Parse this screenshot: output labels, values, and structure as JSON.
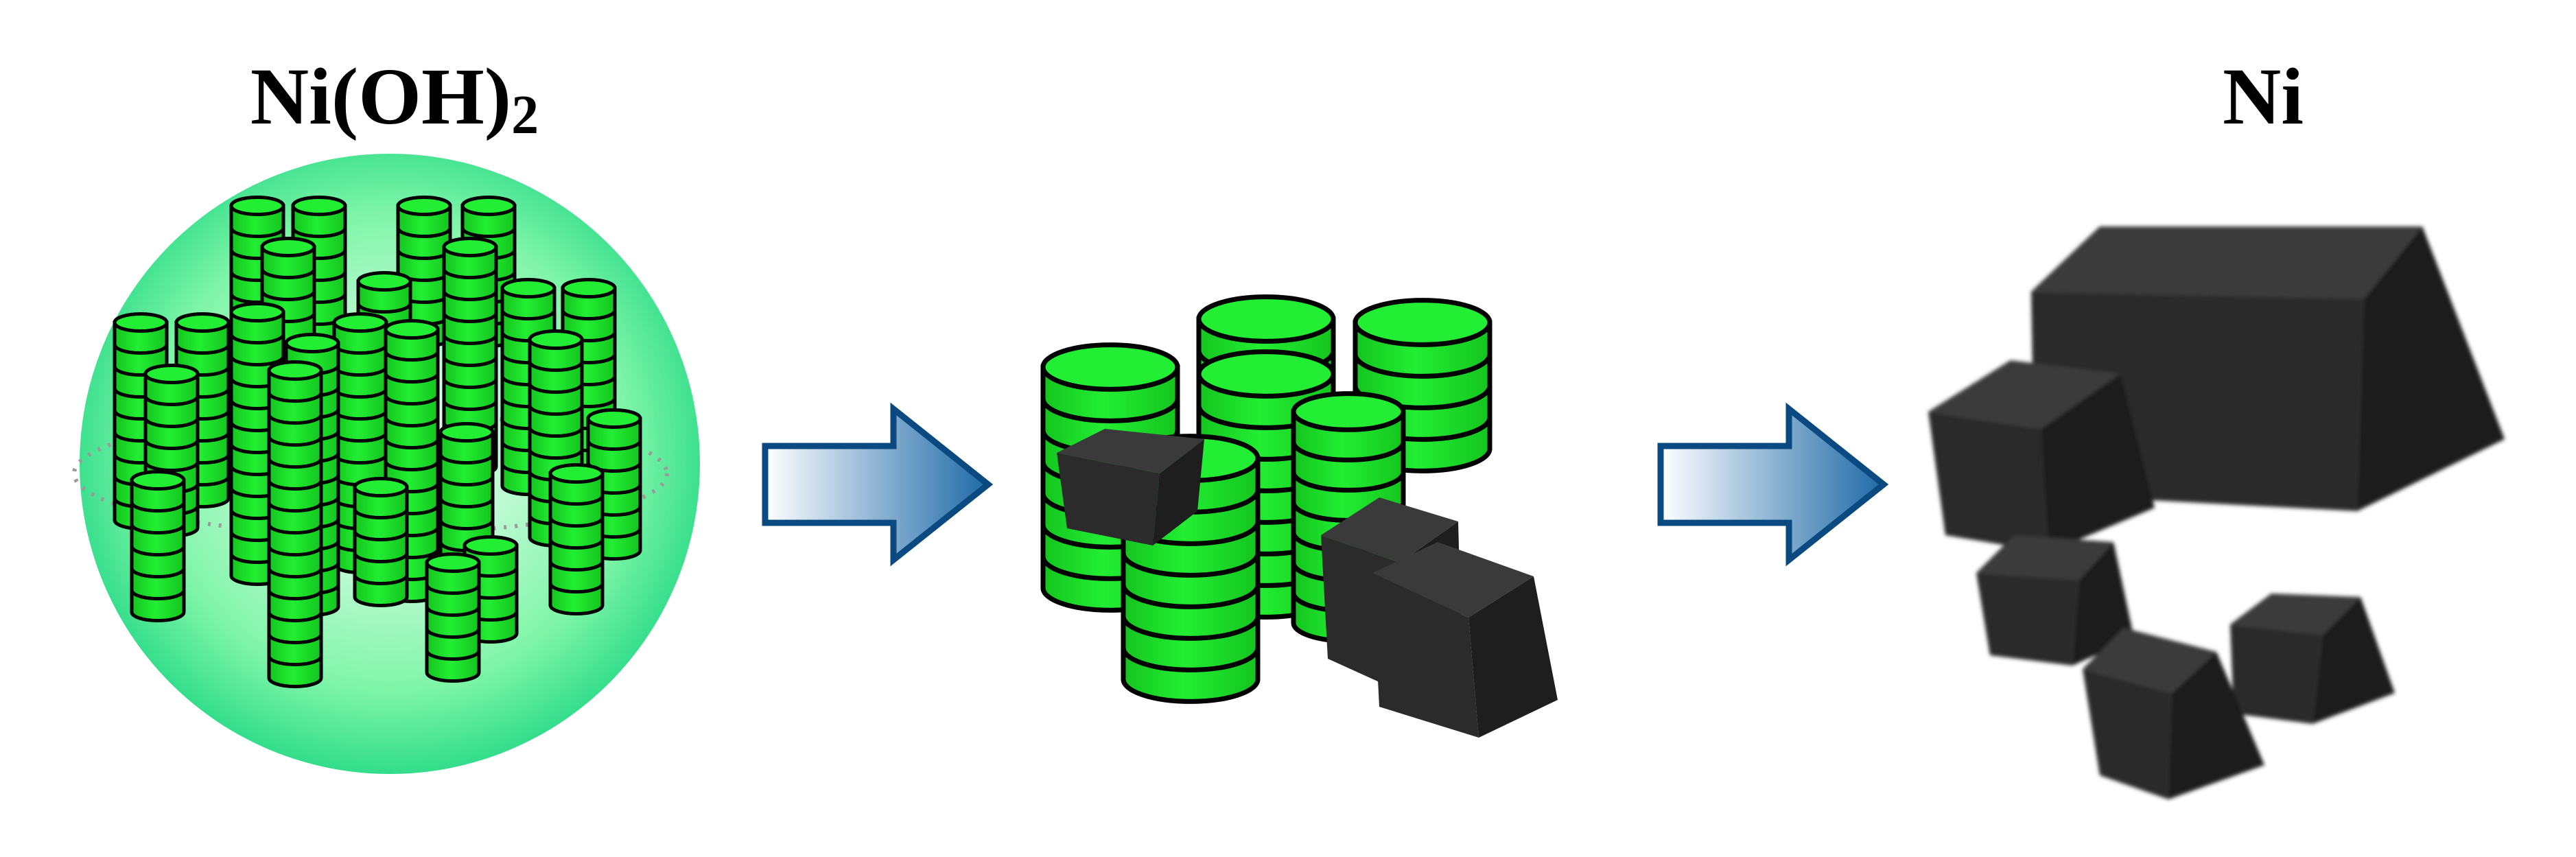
{
  "diagram": {
    "stages": [
      {
        "label": "Ni(OH)",
        "label_subscript": "2",
        "depiction": "sphere-of-stacked-green-cylinders"
      },
      {
        "label": "",
        "depiction": "green-cylinder-stacks-with-black-cubes"
      },
      {
        "label": "Ni",
        "depiction": "cluster-of-black-cubes"
      }
    ],
    "arrows": [
      {
        "direction": "right",
        "from": 0,
        "to": 1
      },
      {
        "direction": "right",
        "from": 1,
        "to": 2
      }
    ]
  },
  "colors": {
    "cylinder_fill": "#22ee33",
    "cylinder_fill_dark": "#14c41e",
    "cylinder_outline": "#000000",
    "sphere_center": "#7ff5a8",
    "sphere_edge": "#21d884",
    "cube_face_top": "#3a3a3a",
    "cube_face_side": "#1e1e1e",
    "cube_face_front": "#2b2b2b",
    "arrow_outline": "#0b4a80",
    "arrow_light": "#ffffff",
    "arrow_dark": "#1e6aa6",
    "dashed_ellipse": "#9a9a9a"
  }
}
